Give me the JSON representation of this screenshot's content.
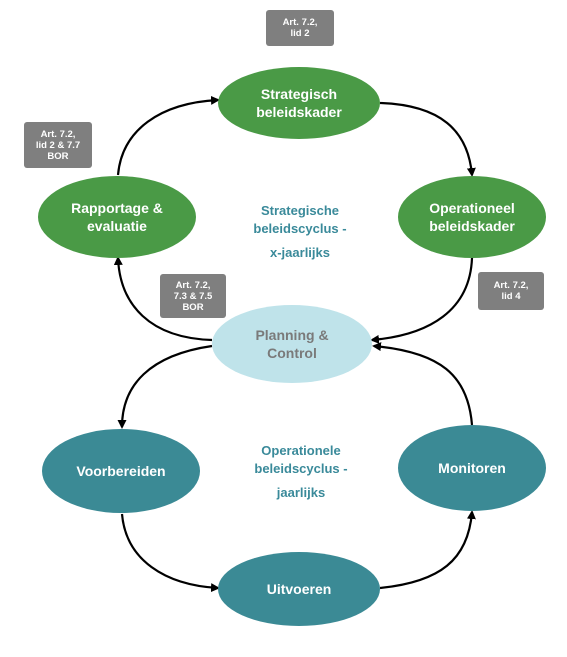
{
  "nodes": {
    "strategisch": "Strategisch\nbeleidskader",
    "operationeel": "Operationeel\nbeleidskader",
    "rapportage": "Rapportage &\nevaluatie",
    "planning": "Planning &\nControl",
    "voorbereiden": "Voorbereiden",
    "monitoren": "Monitoren",
    "uitvoeren": "Uitvoeren"
  },
  "badges": {
    "top": "Art. 7.2,\nlid 2",
    "left": "Art. 7.2,\nlid 2 & 7.7\nBOR",
    "middle": "Art. 7.2,\n7.3 & 7.5\nBOR",
    "right": "Art. 7.2,\nlid 4"
  },
  "cycles": {
    "strategic_line1": "Strategische",
    "strategic_line2": "beleidscyclus -",
    "strategic_line3": "x-jaarlijks",
    "operational_line1": "Operationele",
    "operational_line2": "beleidscyclus -",
    "operational_line3": "jaarlijks"
  },
  "colors": {
    "green": "#4a9a46",
    "teal": "#3b8a95",
    "planning_fill": "#bfe3ea",
    "badge": "#7f7f7f",
    "cycle_text": "#3a8a9a"
  }
}
